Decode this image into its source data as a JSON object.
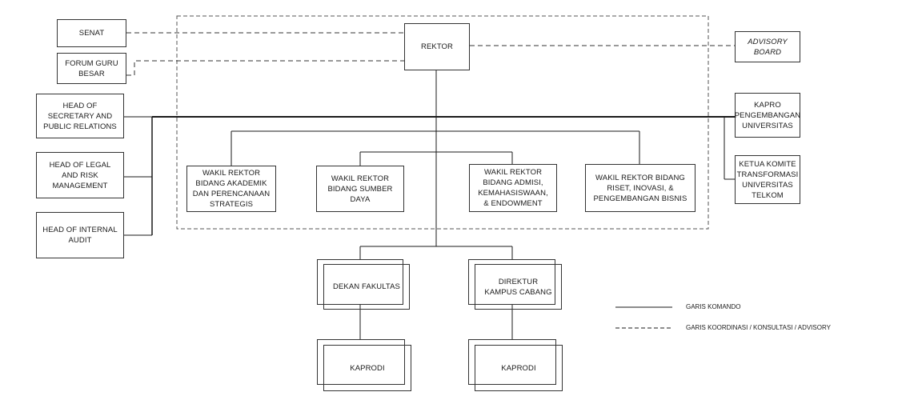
{
  "nodes": {
    "senat": "SENAT",
    "forum_guru_besar": "FORUM GURU\nBESAR",
    "rektor": "REKTOR",
    "advisory_board": "ADVISORY\nBOARD",
    "head_secretary": "HEAD OF\nSECRETARY AND\nPUBLIC RELATIONS",
    "head_legal": "HEAD OF LEGAL\nAND RISK\nMANAGEMENT",
    "head_audit": "HEAD OF INTERNAL\nAUDIT",
    "kapro_pengembangan": "KAPRO\nPENGEMBANGAN\nUNIVERSITAS",
    "ketua_komite": "KETUA KOMITE\nTRANSFORMASI\nUNIVERSITAS\nTELKOM",
    "wr_akademik": "WAKIL REKTOR\nBIDANG AKADEMIK\nDAN PERENCANAAN\nSTRATEGIS",
    "wr_sumber_daya": "WAKIL REKTOR\nBIDANG SUMBER\nDAYA",
    "wr_admisi": "WAKIL REKTOR\nBIDANG ADMISI,\nKEMAHASISWAAN,\n& ENDOWMENT",
    "wr_riset": "WAKIL REKTOR BIDANG\nRISET, INOVASI, &\nPENGEMBANGAN BISNIS",
    "dekan_fakultas": "DEKAN FAKULTAS",
    "direktur_kampus": "DIREKTUR\nKAMPUS CABANG",
    "kaprodi_1": "KAPRODI",
    "kaprodi_2": "KAPRODI"
  },
  "legend": {
    "solid_label": "GARIS KOMANDO",
    "dashed_label": "GARIS KOORDINASI / KONSULTASI / ADVISORY"
  }
}
